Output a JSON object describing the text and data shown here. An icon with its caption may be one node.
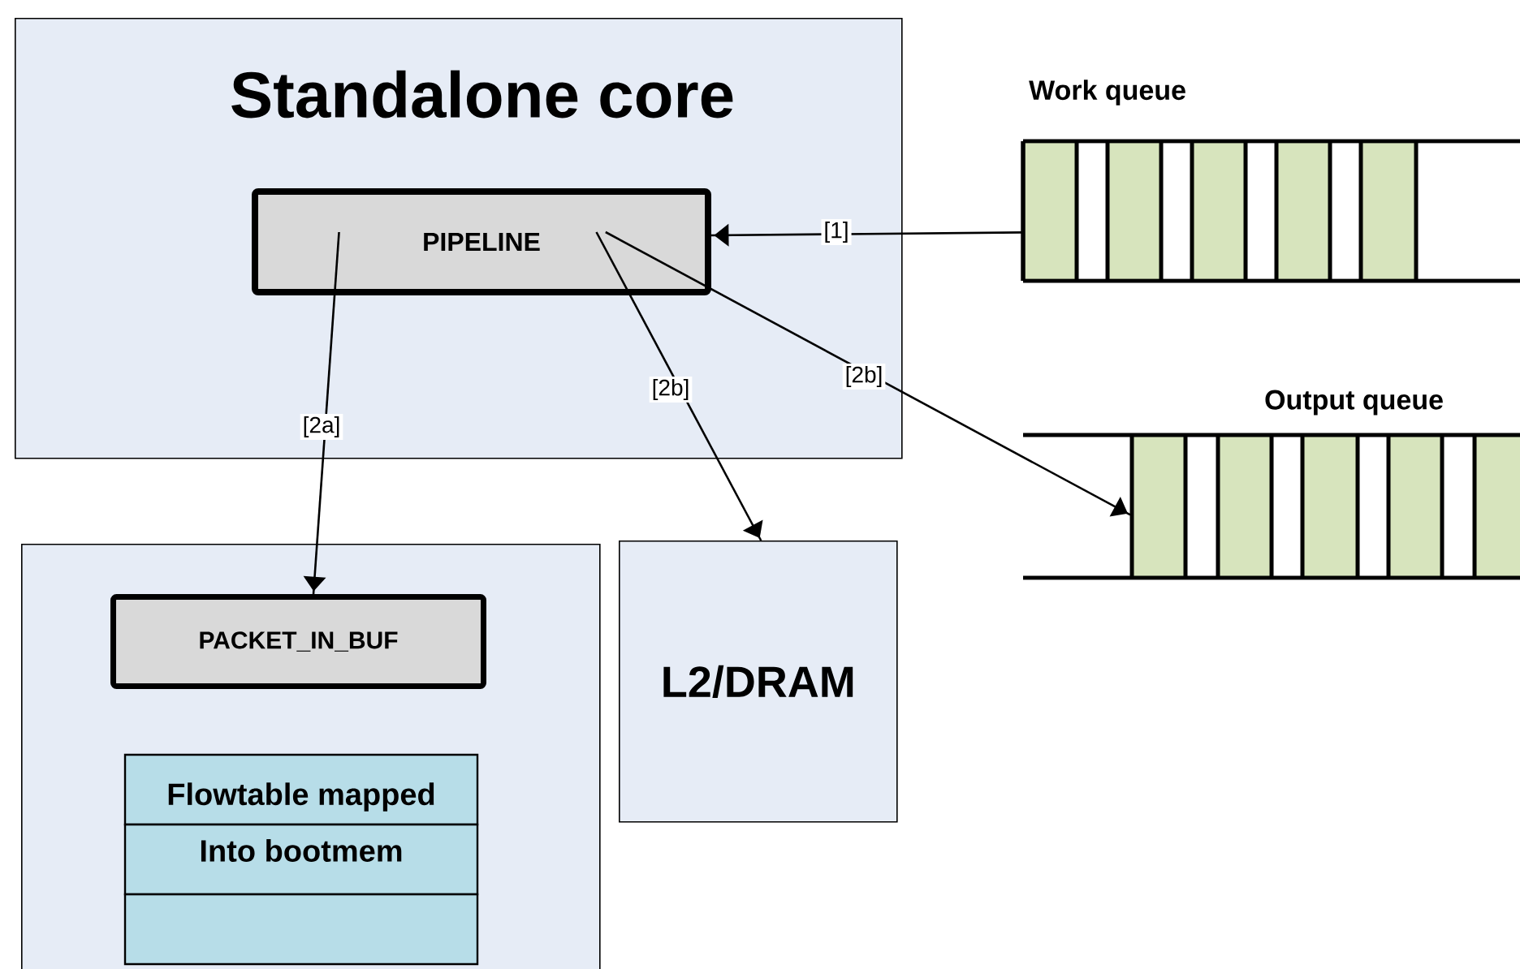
{
  "diagram": {
    "nodes": [
      {
        "text": [
          "Standalone core"
        ]
      },
      {
        "text": [
          "PIPELINE"
        ],
        "in": 0
      },
      {
        "text": [
          "Work queue"
        ]
      },
      {
        "text": [
          "Output queue"
        ]
      },
      {
        "text": [],
        "shape": "box"
      },
      {
        "text": [
          "PACKET_IN_BUF"
        ],
        "in": 4
      },
      {
        "text": [
          "Flowtable mapped",
          "Into bootmem"
        ],
        "in": 4
      },
      {
        "text": [
          "L2/DRAM"
        ]
      }
    ],
    "edges": [
      {
        "from": 2,
        "to": 1,
        "arrow": "to",
        "label": "[1]"
      },
      {
        "from": 1,
        "to": 5,
        "arrow": "to",
        "label": "[2a]"
      },
      {
        "from": 1,
        "to": 7,
        "arrow": "to",
        "label": "[2b]"
      },
      {
        "from": 1,
        "to": 3,
        "arrow": "to",
        "label": "[2b]"
      }
    ]
  }
}
